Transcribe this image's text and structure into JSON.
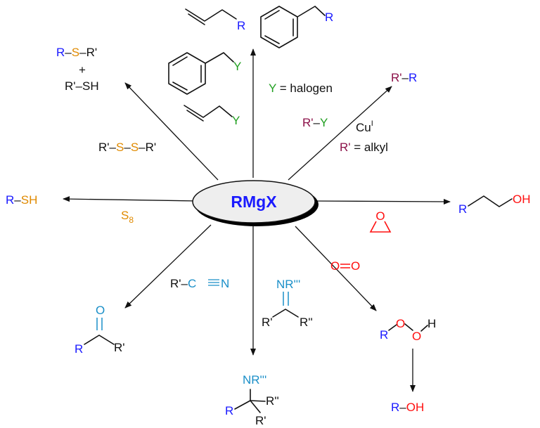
{
  "colors": {
    "r_blue": "#1a1aff",
    "y_green": "#22a022",
    "sulfur_orange": "#e08a00",
    "prime_maroon": "#8b1048",
    "oxygen_red": "#ff1010",
    "nitrogen_teal": "#1a8fc8",
    "ink": "#111111"
  },
  "center": {
    "label": "RMgX"
  },
  "allyl_product": {
    "r": "R"
  },
  "benzyl_product": {
    "r": "R"
  },
  "benzyl_halide": {
    "y": "Y"
  },
  "allyl_halide": {
    "y": "Y"
  },
  "halogen_note": {
    "y": "Y",
    "text": " = halogen"
  },
  "alkyl_coupling": {
    "product_r_prime": "R'",
    "product_dash": "–",
    "product_r": "R",
    "reagent_r_prime": "R'",
    "reagent_dash": "–",
    "reagent_y": "Y",
    "catalyst": "Cu",
    "catalyst_sup": "I",
    "condition_r_prime": "R'",
    "condition_text": " = alkyl"
  },
  "sulfide": {
    "r": "R",
    "dash1": "–",
    "s": "S",
    "dash2": "–",
    "r_prime": "R'",
    "plus": "+",
    "thiol": "R'–SH",
    "disulfide_r1": "R'",
    "disulfide_dash1": "–",
    "disulfide_s1": "S",
    "disulfide_dash2": "–",
    "disulfide_s2": "S",
    "disulfide_dash3": "–",
    "disulfide_r2": "R'"
  },
  "thiol": {
    "r": "R",
    "dash": "–",
    "sh": "SH",
    "reagent_s": "S",
    "reagent_sub": "8"
  },
  "epoxide": {
    "r": "R",
    "oh": "OH",
    "o": "O"
  },
  "peroxide": {
    "o2_o1": "O",
    "o2_o2": "O",
    "r": "R",
    "o1": "O",
    "o2": "O",
    "h": "H"
  },
  "alcohol": {
    "r": "R",
    "dash": "–",
    "oh": "OH"
  },
  "nitrile": {
    "r_prime": "R'",
    "dash": "–",
    "c": "C",
    "n": "N"
  },
  "ketone": {
    "o": "O",
    "r": "R",
    "r_prime": "R'"
  },
  "imine": {
    "nr": "NR'''",
    "r_prime": "R'",
    "r_dprime": "R''"
  },
  "amine": {
    "nr": "NR'''",
    "r": "R",
    "r_dprime": "R''",
    "r_prime": "R'"
  }
}
